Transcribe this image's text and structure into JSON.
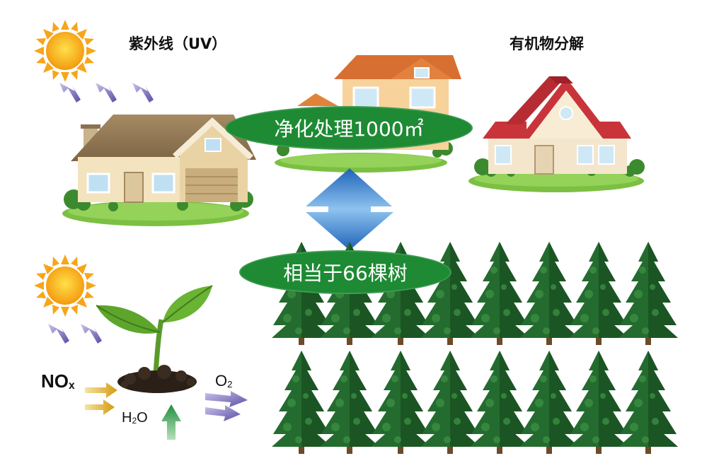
{
  "labels": {
    "uv": "紫外线（UV）",
    "organic": "有机物分解",
    "purify": "净化处理1000㎡",
    "trees": "相当于66棵树",
    "nox_main": "NO",
    "nox_sub": "x",
    "o2_main": "O",
    "o2_sub": "2",
    "h2o_h": "H",
    "h2o_sub": "2",
    "h2o_o": "O"
  },
  "colors": {
    "pill_green": "#1e8a34",
    "sun": "#f6b51c",
    "arrow_purple": "#6b5fb0",
    "arrow_gold": "#d9a21b",
    "arrow_green": "#2e9a4a",
    "arrow_blue": "#2f79c8",
    "tree_dark": "#1f5e2a",
    "grass": "#7cc043"
  },
  "icons": [
    "sun-icon",
    "house-icon",
    "tree-icon",
    "sprout-icon",
    "double-arrow-icon"
  ]
}
